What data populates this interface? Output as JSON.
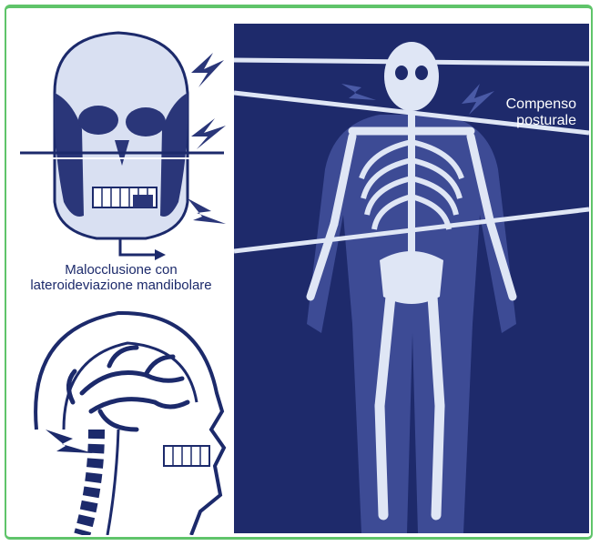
{
  "captions": {
    "malocclusion_line1": "Malocclusione con",
    "malocclusion_line2": "lateroideviazione mandibolare",
    "compensation_line1": "Compenso",
    "compensation_line2": "posturale"
  },
  "colors": {
    "frame": "#5fc46a",
    "panel": "#1e2a6b",
    "ink": "#1c2a6b",
    "bone": "#dfe6f5"
  }
}
